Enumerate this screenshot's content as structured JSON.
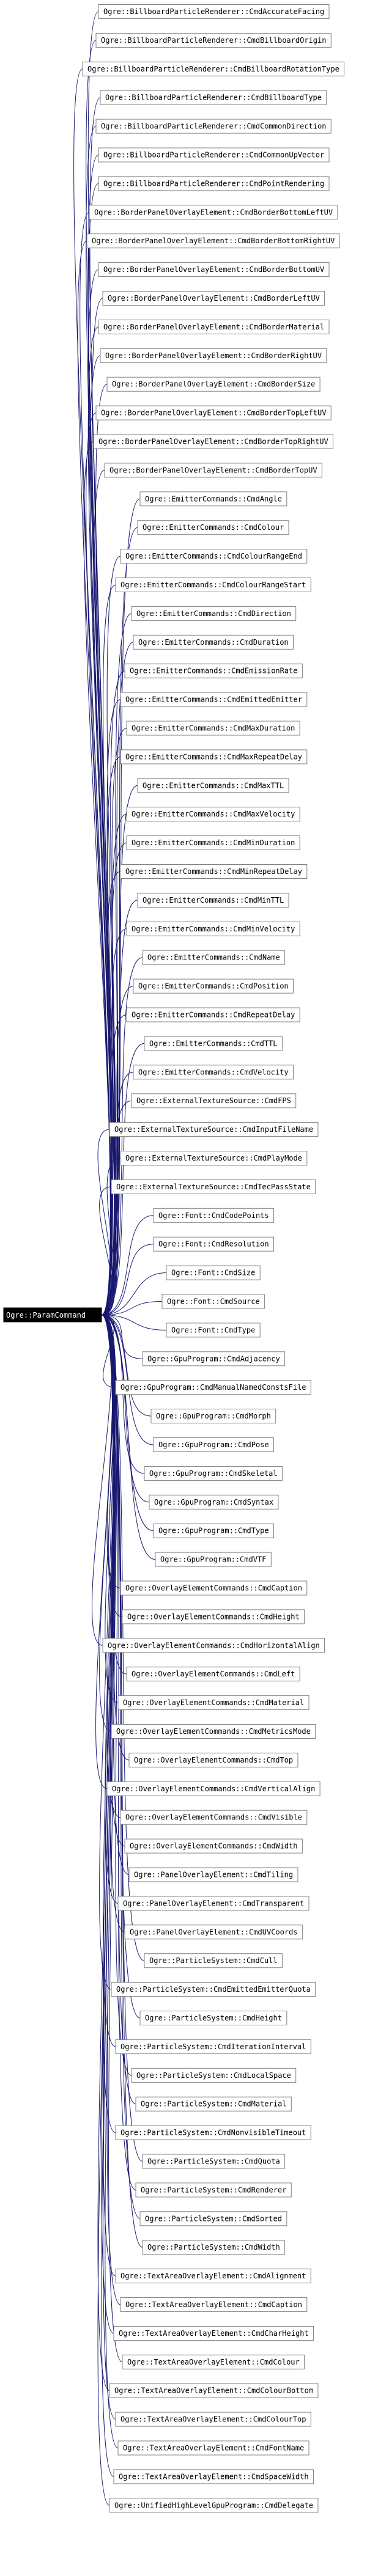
{
  "diagram": {
    "root": "Ogre::ParamCommand",
    "children": [
      "Ogre::BillboardParticleRenderer::CmdAccurateFacing",
      "Ogre::BillboardParticleRenderer::CmdBillboardOrigin",
      "Ogre::BillboardParticleRenderer::CmdBillboardRotationType",
      "Ogre::BillboardParticleRenderer::CmdBillboardType",
      "Ogre::BillboardParticleRenderer::CmdCommonDirection",
      "Ogre::BillboardParticleRenderer::CmdCommonUpVector",
      "Ogre::BillboardParticleRenderer::CmdPointRendering",
      "Ogre::BorderPanelOverlayElement::CmdBorderBottomLeftUV",
      "Ogre::BorderPanelOverlayElement::CmdBorderBottomRightUV",
      "Ogre::BorderPanelOverlayElement::CmdBorderBottomUV",
      "Ogre::BorderPanelOverlayElement::CmdBorderLeftUV",
      "Ogre::BorderPanelOverlayElement::CmdBorderMaterial",
      "Ogre::BorderPanelOverlayElement::CmdBorderRightUV",
      "Ogre::BorderPanelOverlayElement::CmdBorderSize",
      "Ogre::BorderPanelOverlayElement::CmdBorderTopLeftUV",
      "Ogre::BorderPanelOverlayElement::CmdBorderTopRightUV",
      "Ogre::BorderPanelOverlayElement::CmdBorderTopUV",
      "Ogre::EmitterCommands::CmdAngle",
      "Ogre::EmitterCommands::CmdColour",
      "Ogre::EmitterCommands::CmdColourRangeEnd",
      "Ogre::EmitterCommands::CmdColourRangeStart",
      "Ogre::EmitterCommands::CmdDirection",
      "Ogre::EmitterCommands::CmdDuration",
      "Ogre::EmitterCommands::CmdEmissionRate",
      "Ogre::EmitterCommands::CmdEmittedEmitter",
      "Ogre::EmitterCommands::CmdMaxDuration",
      "Ogre::EmitterCommands::CmdMaxRepeatDelay",
      "Ogre::EmitterCommands::CmdMaxTTL",
      "Ogre::EmitterCommands::CmdMaxVelocity",
      "Ogre::EmitterCommands::CmdMinDuration",
      "Ogre::EmitterCommands::CmdMinRepeatDelay",
      "Ogre::EmitterCommands::CmdMinTTL",
      "Ogre::EmitterCommands::CmdMinVelocity",
      "Ogre::EmitterCommands::CmdName",
      "Ogre::EmitterCommands::CmdPosition",
      "Ogre::EmitterCommands::CmdRepeatDelay",
      "Ogre::EmitterCommands::CmdTTL",
      "Ogre::EmitterCommands::CmdVelocity",
      "Ogre::ExternalTextureSource::CmdFPS",
      "Ogre::ExternalTextureSource::CmdInputFileName",
      "Ogre::ExternalTextureSource::CmdPlayMode",
      "Ogre::ExternalTextureSource::CmdTecPassState",
      "Ogre::Font::CmdCodePoints",
      "Ogre::Font::CmdResolution",
      "Ogre::Font::CmdSize",
      "Ogre::Font::CmdSource",
      "Ogre::Font::CmdType",
      "Ogre::GpuProgram::CmdAdjacency",
      "Ogre::GpuProgram::CmdManualNamedConstsFile",
      "Ogre::GpuProgram::CmdMorph",
      "Ogre::GpuProgram::CmdPose",
      "Ogre::GpuProgram::CmdSkeletal",
      "Ogre::GpuProgram::CmdSyntax",
      "Ogre::GpuProgram::CmdType",
      "Ogre::GpuProgram::CmdVTF",
      "Ogre::OverlayElementCommands::CmdCaption",
      "Ogre::OverlayElementCommands::CmdHeight",
      "Ogre::OverlayElementCommands::CmdHorizontalAlign",
      "Ogre::OverlayElementCommands::CmdLeft",
      "Ogre::OverlayElementCommands::CmdMaterial",
      "Ogre::OverlayElementCommands::CmdMetricsMode",
      "Ogre::OverlayElementCommands::CmdTop",
      "Ogre::OverlayElementCommands::CmdVerticalAlign",
      "Ogre::OverlayElementCommands::CmdVisible",
      "Ogre::OverlayElementCommands::CmdWidth",
      "Ogre::PanelOverlayElement::CmdTiling",
      "Ogre::PanelOverlayElement::CmdTransparent",
      "Ogre::PanelOverlayElement::CmdUVCoords",
      "Ogre::ParticleSystem::CmdCull",
      "Ogre::ParticleSystem::CmdEmittedEmitterQuota",
      "Ogre::ParticleSystem::CmdHeight",
      "Ogre::ParticleSystem::CmdIterationInterval",
      "Ogre::ParticleSystem::CmdLocalSpace",
      "Ogre::ParticleSystem::CmdMaterial",
      "Ogre::ParticleSystem::CmdNonvisibleTimeout",
      "Ogre::ParticleSystem::CmdQuota",
      "Ogre::ParticleSystem::CmdRenderer",
      "Ogre::ParticleSystem::CmdSorted",
      "Ogre::ParticleSystem::CmdWidth",
      "Ogre::TextAreaOverlayElement::CmdAlignment",
      "Ogre::TextAreaOverlayElement::CmdCaption",
      "Ogre::TextAreaOverlayElement::CmdCharHeight",
      "Ogre::TextAreaOverlayElement::CmdColour",
      "Ogre::TextAreaOverlayElement::CmdColourBottom",
      "Ogre::TextAreaOverlayElement::CmdColourTop",
      "Ogre::TextAreaOverlayElement::CmdFontName",
      "Ogre::TextAreaOverlayElement::CmdSpaceWidth",
      "Ogre::UnifiedHighLevelGpuProgram::CmdDelegate"
    ],
    "colors": {
      "edge": "#191970",
      "node_border": "#808080",
      "root_fill": "#000000",
      "root_text": "#ffffff"
    }
  }
}
